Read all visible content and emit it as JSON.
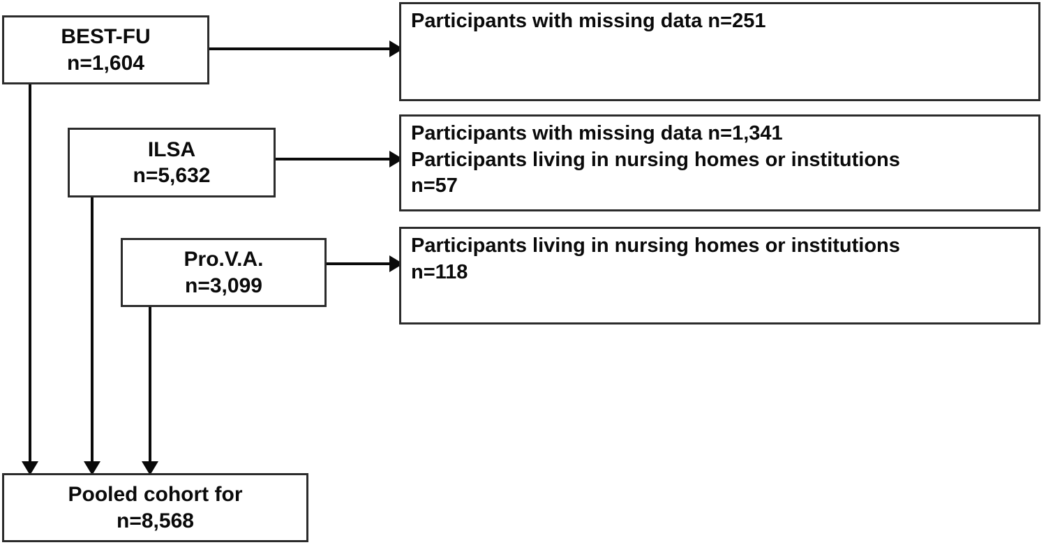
{
  "diagram": {
    "type": "study-participant-flowchart",
    "title": "Pooled cohort flow diagram",
    "stroke_color": "#0a0a0a",
    "box_border_color": "#2b2b2b",
    "background_color": "#ffffff"
  },
  "cohorts": [
    {
      "id": "best-fu",
      "name": "BEST-FU",
      "count_label": "n=1,604",
      "count": 1604
    },
    {
      "id": "ilsa",
      "name": "ILSA",
      "count_label": "n=5,632",
      "count": 5632
    },
    {
      "id": "prova",
      "name": "Pro.V.A.",
      "count_label": "n=3,099",
      "count": 3099
    }
  ],
  "exclusions": [
    {
      "id": "best-fu-exclusions",
      "lines": [
        "Participants with missing data n=251"
      ]
    },
    {
      "id": "ilsa-exclusions",
      "lines": [
        "Participants with missing data n=1,341",
        "Participants living in nursing homes or institutions",
        "n=57"
      ]
    },
    {
      "id": "prova-exclusions",
      "lines": [
        "Participants living in nursing homes or institutions",
        "n=118"
      ]
    }
  ],
  "pooled": {
    "id": "pooled-cohort",
    "name": "Pooled cohort for",
    "count_label": "n=8,568",
    "count": 8568
  }
}
